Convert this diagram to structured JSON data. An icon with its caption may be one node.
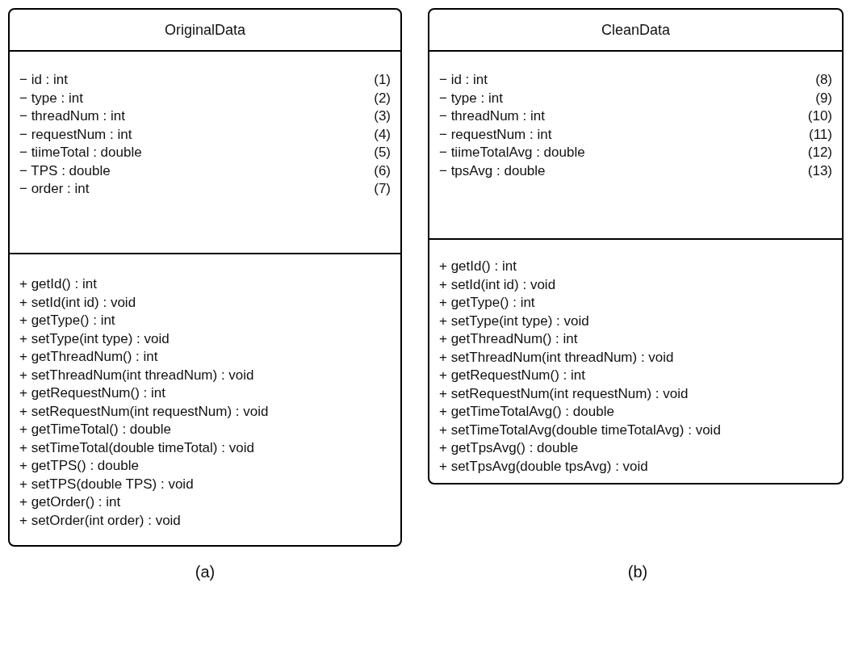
{
  "diagram": {
    "nodes": [
      {
        "text": [
          "OriginalData"
        ]
      },
      {
        "text": [
          "− id : int",
          "− type : int",
          "− threadNum : int",
          "− requestNum : int",
          "− tiimeTotal : double",
          "− TPS : double",
          "− order : int"
        ],
        "in": 0
      },
      {
        "text": [
          "+ getId() : int",
          "+ setId(int id) : void",
          "+ getType() : int",
          "+ setType(int type) : void",
          "+ getThreadNum() : int",
          "+ setThreadNum(int threadNum) : void",
          "+ getRequestNum() : int",
          "+ setRequestNum(int requestNum) : void",
          "+ getTimeTotal() : double",
          "+ setTimeTotal(double timeTotal) : void",
          "+ getTPS() : double",
          "+ setTPS(double TPS) : void",
          "+ getOrder() : int",
          "+ setOrder(int order) : void"
        ],
        "in": 0
      },
      {
        "text": [
          "CleanData"
        ]
      },
      {
        "text": [
          "− id : int",
          "− type : int",
          "− threadNum : int",
          "− requestNum : int",
          "− tiimeTotalAvg : double",
          "− tpsAvg : double"
        ],
        "in": 3
      },
      {
        "text": [
          "+ getId() : int",
          "+ setId(int id) : void",
          "+ getType() : int",
          "+ setType(int type) : void",
          "+ getThreadNum() : int",
          "+ setThreadNum(int threadNum) : void",
          "+ getRequestNum() : int",
          "+ setRequestNum(int requestNum) : void",
          "+ getTimeTotalAvg() : double",
          "+ setTimeTotalAvg(double timeTotalAvg) : void",
          "+ getTpsAvg() : double",
          "+ setTpsAvg(double tpsAvg) : void"
        ],
        "in": 3
      }
    ],
    "edges": [],
    "labels": [
      "(1)",
      "(2)",
      "(3)",
      "(4)",
      "(5)",
      "(6)",
      "(7)",
      "(8)",
      "(9)",
      "(10)",
      "(11)",
      "(12)",
      "(13)",
      "(a)",
      "(b)"
    ]
  }
}
